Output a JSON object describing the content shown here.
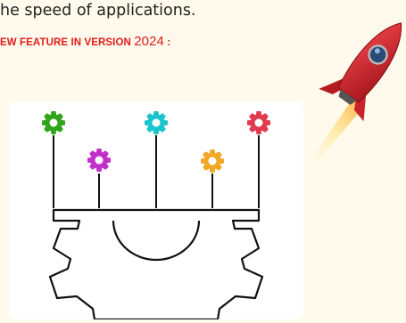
{
  "intro": {
    "text": "he speed of applications."
  },
  "feature": {
    "prefix": "EW FEATURE IN VERSION ",
    "year": "2024",
    "suffix": " :"
  },
  "colors": {
    "background": "#fffaeb",
    "heading_red": "#e01b1b",
    "gear_green": "#2fa51b",
    "gear_magenta": "#c32fc9",
    "gear_cyan": "#1bc5cf",
    "gear_orange": "#f2a826",
    "gear_red": "#e23a4d",
    "rocket_red": "#d3232b"
  },
  "illustration": {
    "gear_icons": [
      "gear-icon-green",
      "gear-icon-magenta",
      "gear-icon-cyan",
      "gear-icon-orange",
      "gear-icon-red"
    ],
    "rocket_icon": "rocket-icon"
  }
}
